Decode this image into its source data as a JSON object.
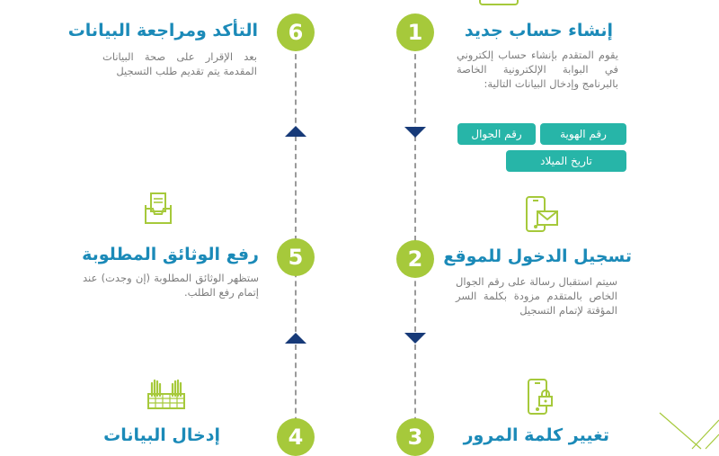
{
  "steps": [
    {
      "number": "1",
      "title": "إنشاء حساب جديد",
      "desc": "يقوم المتقدم بإنشاء حساب إلكتروني في البوابة الإلكترونية الخاصة بالبرنامج وإدخال البيانات التالية:"
    },
    {
      "number": "2",
      "title": "تسجيل الدخول للموقع",
      "desc": "سيتم استقبال رسالة على رقم الجوال الخاص بالمتقدم مزودة بكلمة السر المؤقتة لإتمام التسجيل"
    },
    {
      "number": "3",
      "title": "تغيير كلمة المرور"
    },
    {
      "number": "4",
      "title": "إدخال البيانات"
    },
    {
      "number": "5",
      "title": "رفع الوثائق المطلوبة",
      "desc": "ستظهر الوثائق المطلوبة (إن وجدت) عند إتمام رفع الطلب."
    },
    {
      "number": "6",
      "title": "التأكد ومراجعة البيانات",
      "desc": "بعد الإقرار على صحة البيانات المقدمة يتم تقديم طلب التسجيل"
    }
  ],
  "tags": {
    "id_number": "رقم الهوية",
    "mobile": "رقم الجوال",
    "birth_date": "تاريخ الميلاد"
  },
  "colors": {
    "circle": "#a6c93b",
    "title": "#1b8ab8",
    "tag": "#27b5a8",
    "arrow": "#173a78",
    "icon": "#a6c93b"
  },
  "icons": [
    "mobile-message-icon",
    "mobile-lock-icon",
    "document-tray-icon",
    "keyboard-hands-icon"
  ]
}
